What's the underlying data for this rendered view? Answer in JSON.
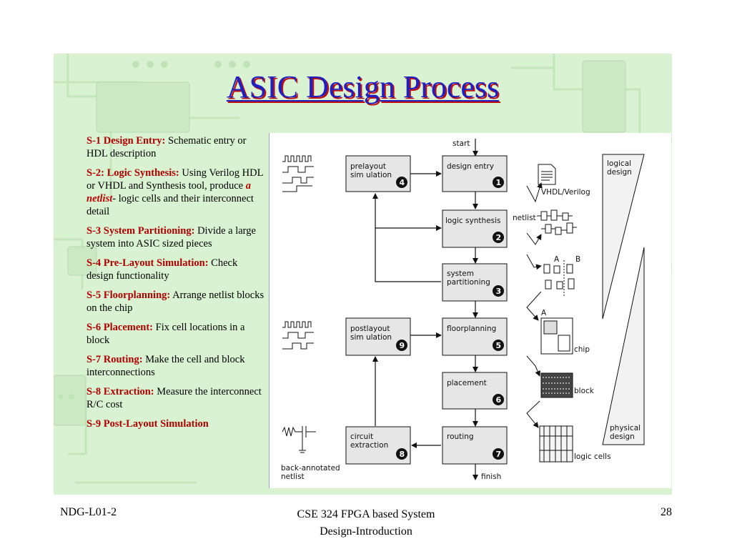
{
  "title": "ASIC Design Process",
  "steps": [
    {
      "label": "S-1 Design Entry:",
      "text": "Schematic entry or HDL description"
    },
    {
      "label": "S-2: Logic Synthesis:",
      "text": "Using Verilog HDL or VHDL and Synthesis tool, produce",
      "emphasis": "a netlist",
      "text_after": "- logic cells and their interconnect detail"
    },
    {
      "label": "S-3 System Partitioning:",
      "text": "Divide a large system into ASIC sized pieces"
    },
    {
      "label": "S-4 Pre-Layout Simulation:",
      "text": "Check design functionality"
    },
    {
      "label": "S-5 Floorplanning:",
      "text": "Arrange  netlist blocks on the chip"
    },
    {
      "label": "S-6 Placement:",
      "text": "Fix cell locations in a block"
    },
    {
      "label": "S-7 Routing:",
      "text": "Make the cell and block interconnections"
    },
    {
      "label": "S-8 Extraction:",
      "text": "Measure the interconnect R/C cost"
    },
    {
      "label": "S-9 Post-Layout Simulation",
      "text": ""
    }
  ],
  "diagram": {
    "start_label": "start",
    "finish_label": "finish",
    "boxes": [
      {
        "line1": "design entry",
        "line2": "",
        "num": "1"
      },
      {
        "line1": "logic synthesis",
        "line2": "",
        "num": "2"
      },
      {
        "line1": "system",
        "line2": "partitioning",
        "num": "3"
      },
      {
        "line1": "prelayout",
        "line2": "sim ulation",
        "num": "4"
      },
      {
        "line1": "floorplanning",
        "line2": "",
        "num": "5"
      },
      {
        "line1": "placement",
        "line2": "",
        "num": "6"
      },
      {
        "line1": "routing",
        "line2": "",
        "num": "7"
      },
      {
        "line1": "circuit",
        "line2": "extraction",
        "num": "8"
      },
      {
        "line1": "postlayout",
        "line2": "sim ulation",
        "num": "9"
      }
    ],
    "side_labels": {
      "vhdl": "VHDL/Verilog",
      "netlist": "netlist",
      "a": "A",
      "b": "B",
      "a2": "A",
      "chip": "chip",
      "block": "block",
      "logic_cells": "logic cells",
      "back_annotated_1": "back-annotated",
      "back_annotated_2": "netlist",
      "logical_1": "logical",
      "logical_2": "design",
      "physical_1": "physical",
      "physical_2": "design"
    }
  },
  "footer": {
    "left": "NDG-L01-2",
    "center_line1": "CSE 324 FPGA based System",
    "center_line2": "Design-Introduction",
    "page": "28"
  },
  "colors": {
    "title": "#2020c0",
    "title_shadow": "#c01010",
    "step_label": "#b00000",
    "panel_bg": "#d9f2d2"
  }
}
